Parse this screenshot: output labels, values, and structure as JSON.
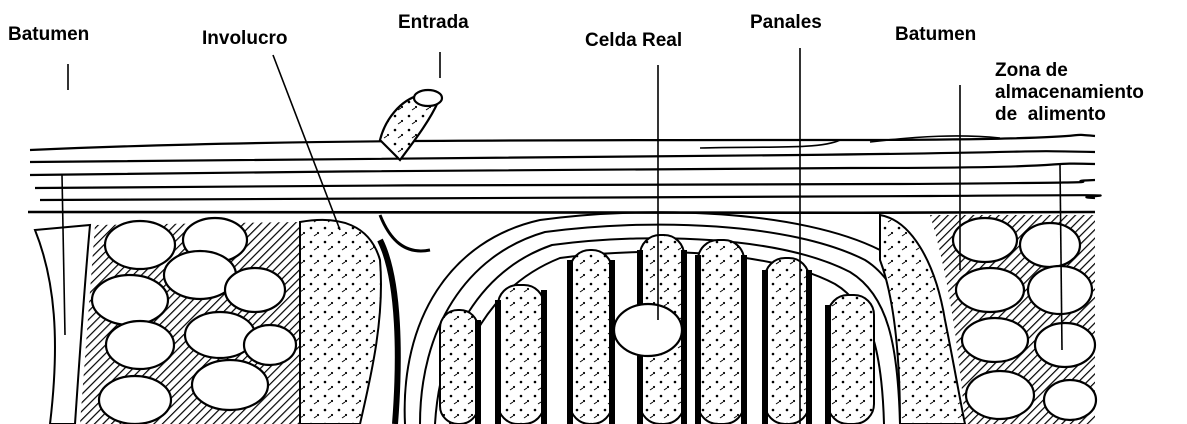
{
  "labels": {
    "batumen_left": "Batumen",
    "involucro": "Involucro",
    "entrada": "Entrada",
    "celda_real": "Celda Real",
    "panales": "Panales",
    "batumen_right": "Batumen",
    "zona_line1": "Zona de",
    "zona_line2": "almacenamiento",
    "zona_line3": "de  alimento"
  }
}
